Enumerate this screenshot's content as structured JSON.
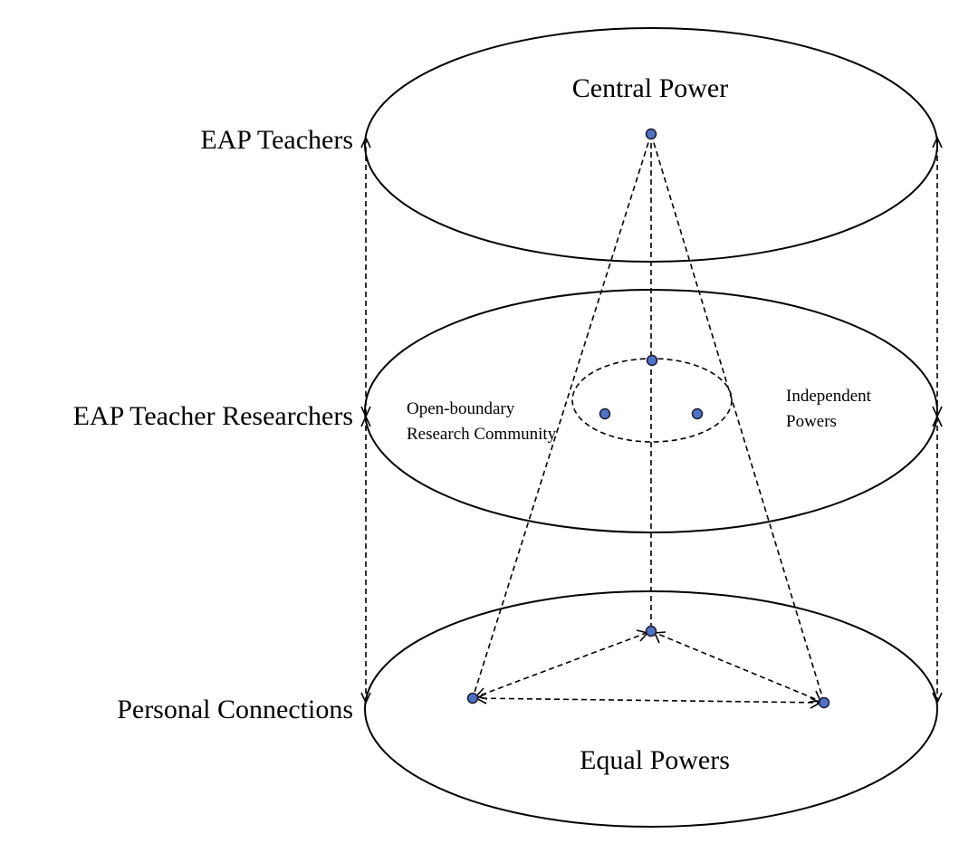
{
  "diagram": {
    "layers": {
      "top": {
        "side_label": "EAP Teachers",
        "inner_label": "Central Power"
      },
      "middle": {
        "side_label": "EAP Teacher Researchers",
        "community_label_line1": "Open-boundary",
        "community_label_line2": "Research Community",
        "powers_label_line1": "Independent",
        "powers_label_line2": "Powers"
      },
      "bottom": {
        "side_label": "Personal Connections",
        "inner_label": "Equal Powers"
      }
    },
    "colors": {
      "node_fill": "#4f72c7",
      "line": "#000000",
      "background": "#ffffff"
    }
  }
}
